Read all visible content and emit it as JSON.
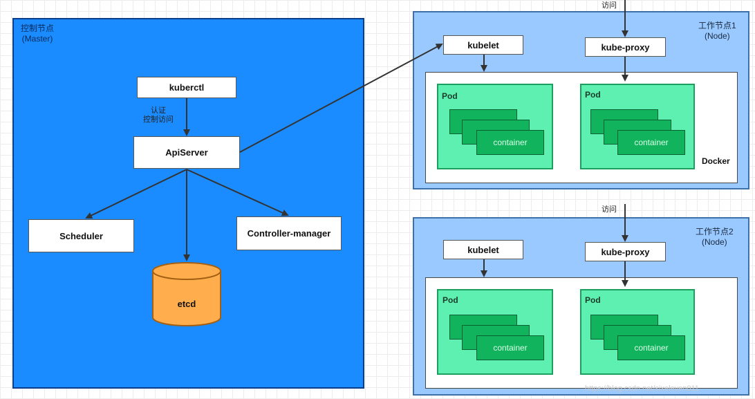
{
  "master": {
    "title": "控制节点\n(Master)",
    "kuberctl": "kuberctl",
    "auth_label": "认证\n控制访问",
    "apiserver": "ApiServer",
    "scheduler": "Scheduler",
    "controller_manager": "Controller-manager",
    "etcd": "etcd"
  },
  "node1": {
    "title": "工作节点1\n(Node)",
    "access_label": "访问",
    "kubelet": "kubelet",
    "kube_proxy": "kube-proxy",
    "docker": "Docker",
    "pods": [
      {
        "label": "Pod",
        "container": "container"
      },
      {
        "label": "Pod",
        "container": "container"
      }
    ]
  },
  "node2": {
    "title": "工作节点2\n(Node)",
    "access_label": "访问",
    "kubelet": "kubelet",
    "kube_proxy": "kube-proxy",
    "pods": [
      {
        "label": "Pod",
        "container": "container"
      },
      {
        "label": "Pod",
        "container": "container"
      }
    ]
  },
  "watermark": "https://blog.csdn.net/sixeleven011",
  "colors": {
    "master_bg": "#1a8cff",
    "node_bg": "#99c9ff",
    "pod_bg": "#5ef0b0",
    "container_bg": "#11b35c",
    "etcd_bg": "#ffad4d"
  }
}
